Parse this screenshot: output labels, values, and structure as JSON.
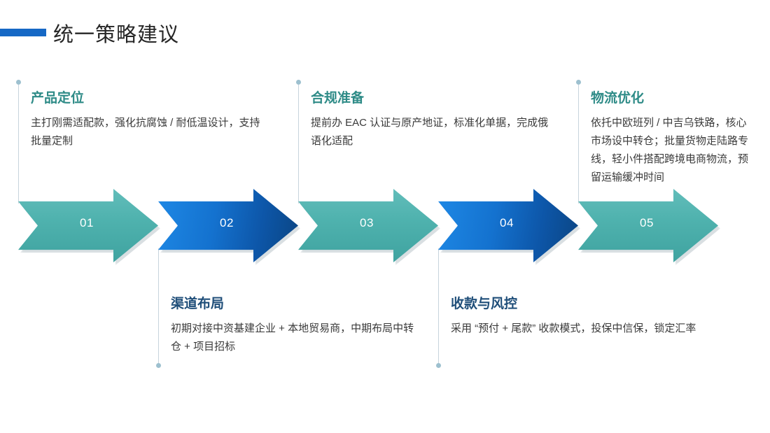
{
  "header": {
    "title": "统一策略建议",
    "accent_color": "#1668C5"
  },
  "colors": {
    "teal": "#4FB2AE",
    "blue": "#1472CF",
    "heading_teal": "#2E8B87",
    "heading_navy": "#1F4E79",
    "body_text": "#3A3A3A",
    "connector": "#C7D3DC"
  },
  "steps": [
    {
      "number": "01",
      "heading": "产品定位",
      "body": "主打刚需适配款，强化抗腐蚀 / 耐低温设计，支持批量定制",
      "arrow_color": "teal",
      "position": "top"
    },
    {
      "number": "02",
      "heading": "渠道布局",
      "body": "初期对接中资基建企业 + 本地贸易商，中期布局中转仓 + 项目招标",
      "arrow_color": "blue",
      "position": "bottom"
    },
    {
      "number": "03",
      "heading": "合规准备",
      "body": "提前办 EAC 认证与原产地证，标准化单据，完成俄语化适配",
      "arrow_color": "teal",
      "position": "top"
    },
    {
      "number": "04",
      "heading": "收款与风控",
      "body": "采用 “预付 + 尾款” 收款模式，投保中信保，锁定汇率",
      "arrow_color": "blue",
      "position": "bottom"
    },
    {
      "number": "05",
      "heading": "物流优化",
      "body": "依托中欧班列 / 中吉乌铁路，核心市场设中转仓；批量货物走陆路专线，轻小件搭配跨境电商物流，预留运输缓冲时间",
      "arrow_color": "teal",
      "position": "top"
    }
  ]
}
